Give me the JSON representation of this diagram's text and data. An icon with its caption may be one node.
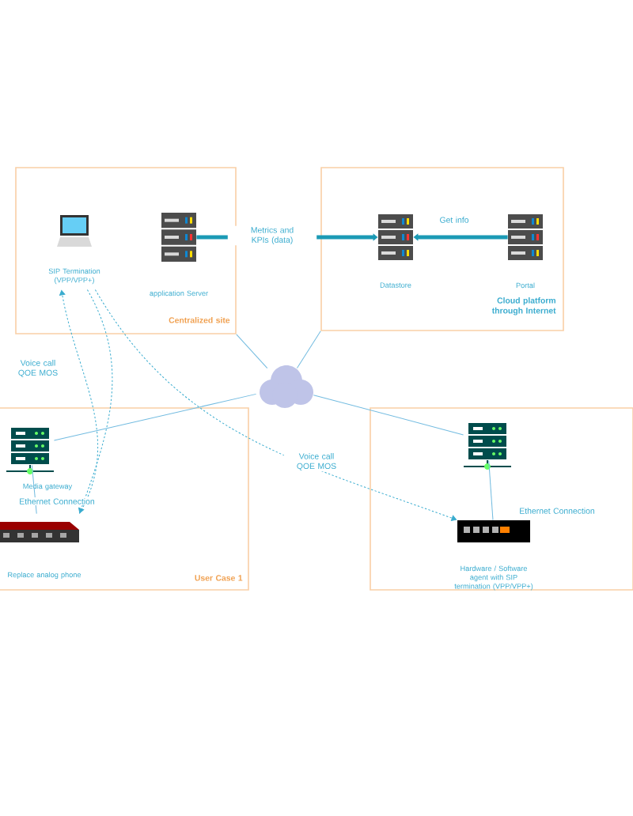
{
  "diagram": {
    "nodes": [
      {
        "text": [
          "Centralized site"
        ]
      },
      {
        "text": [
          "SIP Termination (VPP/VPP+)"
        ],
        "in": 0
      },
      {
        "text": [
          "application Server"
        ],
        "in": 0
      },
      {
        "text": [
          "Cloud platform through Internet"
        ]
      },
      {
        "text": [
          "Datastore"
        ],
        "in": 3
      },
      {
        "text": [
          "Portal"
        ],
        "in": 3
      },
      {
        "text": [],
        "shape": "cloud"
      },
      {
        "text": [
          "User Case 1"
        ]
      },
      {
        "text": [
          "Media gateway"
        ],
        "in": 7
      },
      {
        "text": [
          "Replace analog phone"
        ],
        "in": 7
      },
      {
        "text": [],
        "shape": "box"
      },
      {
        "text": [],
        "shape": "server",
        "in": 10
      },
      {
        "text": [
          "Hardware / Software agent with SIP termination (VPP/VPP+)"
        ],
        "in": 10
      }
    ],
    "edges": [
      {
        "from": 2,
        "to": 4,
        "arrow": "to",
        "label": "Metrics and KPIs (data)",
        "style": "thick",
        "color": "#1b9ab5"
      },
      {
        "from": 5,
        "to": 4,
        "arrow": "to",
        "label": "Get info",
        "style": "thick",
        "color": "#1b9ab5"
      },
      {
        "from": 0,
        "to": 6,
        "arrow": "none"
      },
      {
        "from": 3,
        "to": 6,
        "arrow": "none"
      },
      {
        "from": 8,
        "to": 6,
        "arrow": "none"
      },
      {
        "from": 6,
        "to": 11,
        "arrow": "none"
      },
      {
        "from": 8,
        "to": 9,
        "arrow": "none",
        "label": "Ethernet Connection"
      },
      {
        "from": 11,
        "to": 12,
        "arrow": "none",
        "label": "Ethernet Connection"
      },
      {
        "from": 9,
        "to": 1,
        "arrow": "to",
        "label": "Voice call QOE MOS",
        "style": "dashed"
      },
      {
        "from": 1,
        "to": 9,
        "arrow": "to",
        "style": "dashed"
      },
      {
        "from": 1,
        "to": 12,
        "arrow": "to",
        "label": "Voice call QOE MOS",
        "style": "dashed"
      }
    ]
  }
}
